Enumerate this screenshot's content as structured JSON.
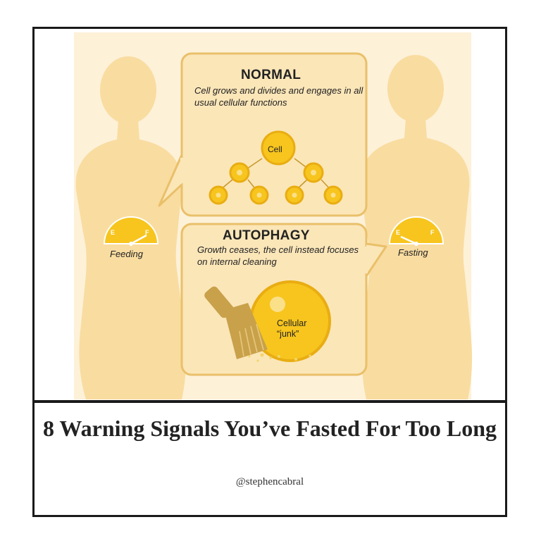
{
  "normal": {
    "title": "NORMAL",
    "description": "Cell grows and divides and engages in all usual cellular functions",
    "cell_label": "Cell"
  },
  "autophagy": {
    "title": "AUTOPHAGY",
    "description": "Growth ceases, the cell instead focuses on internal cleaning",
    "junk_label": "Cellular “junk”"
  },
  "left_figure": {
    "gauge_empty": "E",
    "gauge_full": "F",
    "label": "Feeding"
  },
  "right_figure": {
    "gauge_empty": "E",
    "gauge_full": "F",
    "label": "Fasting"
  },
  "caption": {
    "title": "8 Warning Signals You’ve Fasted For Too Long",
    "handle": "@stephencabral"
  },
  "colors": {
    "background": "#fdf1d8",
    "figure": "#f9dca0",
    "panel": "#fbe6b8",
    "panel_border": "#e9c06a",
    "cell": "#f7c51e",
    "cell_rim": "#e9ad12",
    "brush": "#c9a14a"
  }
}
